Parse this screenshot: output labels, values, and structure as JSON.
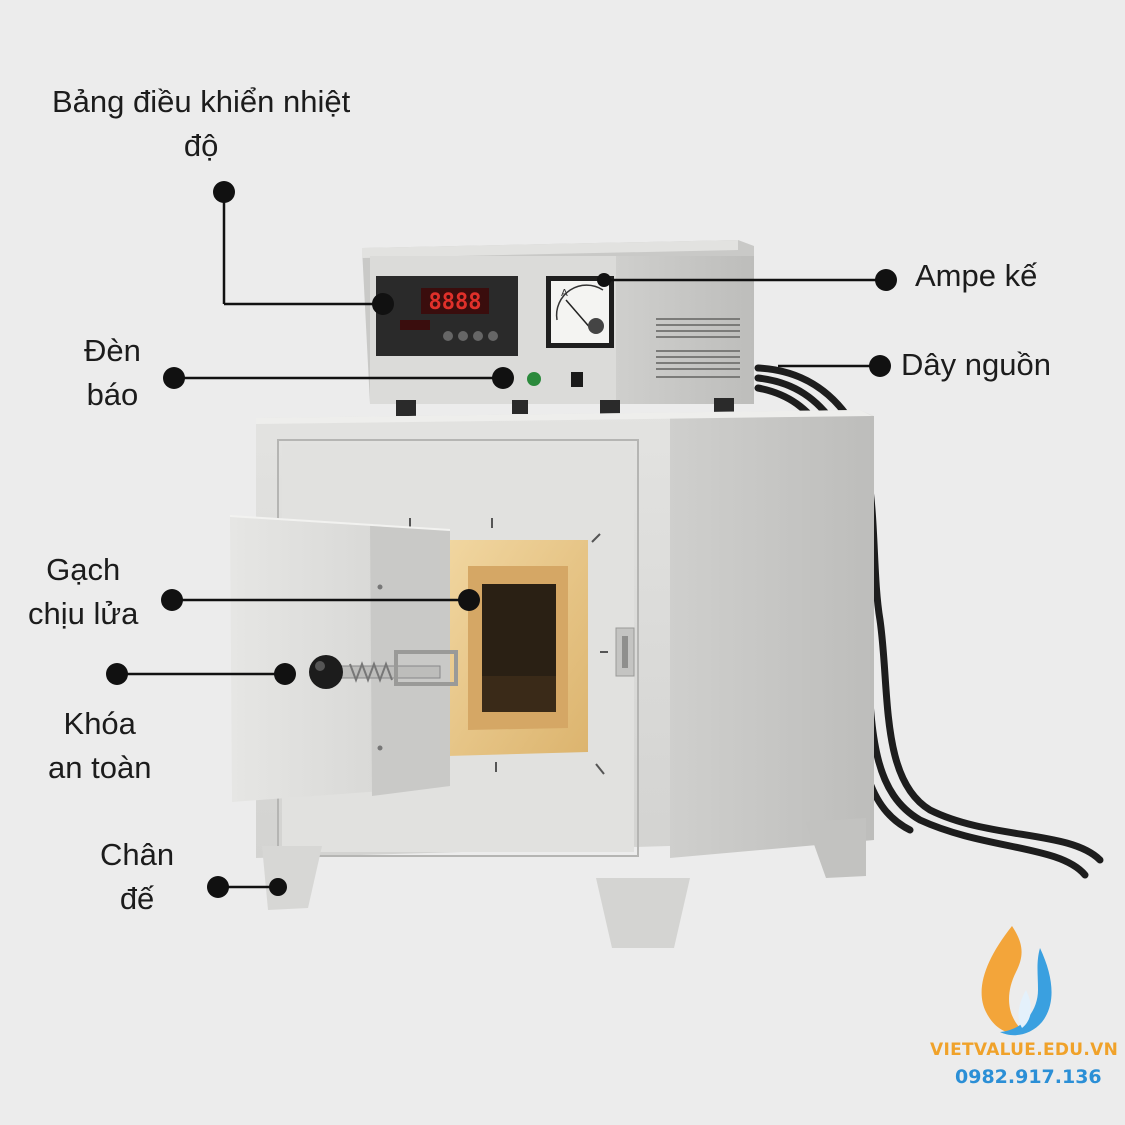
{
  "labels": {
    "controller": [
      "Bảng điều khiển nhiệt",
      "độ"
    ],
    "indicator": [
      "Đèn",
      "báo"
    ],
    "ammeter": "Ampe kế",
    "power_cord": "Dây nguồn",
    "brick": [
      "Gạch",
      "chịu lửa"
    ],
    "lock": [
      "Khóa",
      "an toàn"
    ],
    "base": [
      "Chân",
      "đế"
    ]
  },
  "display_digits": "8888",
  "brand": {
    "site": "VIETVALUE.EDU.VN",
    "phone": "0982.917.136",
    "colors": {
      "flame_orange": "#f3a53a",
      "flame_blue": "#3aa0e0",
      "site_text": "#f0a22a",
      "phone_text": "#2b8fd6"
    }
  },
  "colors": {
    "background": "#ececec",
    "cabinet": "#dcdcdc",
    "brick": "#e9c889",
    "display_red": "#e0302a"
  }
}
